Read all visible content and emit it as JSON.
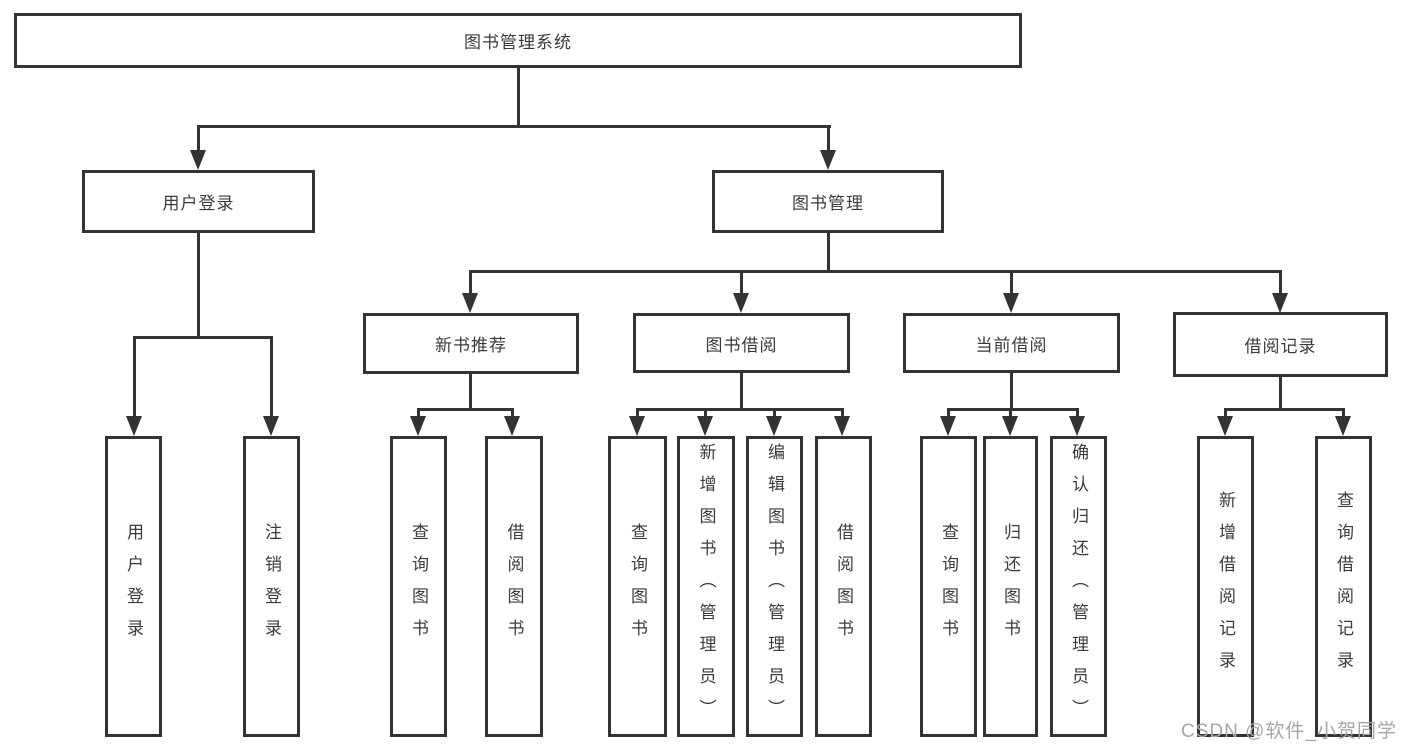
{
  "diagram": {
    "root": {
      "label": "图书管理系统"
    },
    "level2": [
      {
        "label": "用户登录"
      },
      {
        "label": "图书管理"
      }
    ],
    "level3": [
      {
        "label": "新书推荐"
      },
      {
        "label": "图书借阅"
      },
      {
        "label": "当前借阅"
      },
      {
        "label": "借阅记录"
      }
    ],
    "leaves": [
      {
        "label": "用户登录"
      },
      {
        "label": "注销登录"
      },
      {
        "label": "查询图书"
      },
      {
        "label": "借阅图书"
      },
      {
        "label": "查询图书"
      },
      {
        "label": "新增图书（管理员）"
      },
      {
        "label": "编辑图书（管理员）"
      },
      {
        "label": "借阅图书"
      },
      {
        "label": "查询图书"
      },
      {
        "label": "归还图书"
      },
      {
        "label": "确认归还（管理员）"
      },
      {
        "label": "新增借阅记录"
      },
      {
        "label": "查询借阅记录"
      }
    ],
    "watermark": "CSDN @软件_小贺同学",
    "colors": {
      "line": "#333333",
      "text": "#3b3b3b",
      "watermark": "#a6a6a6",
      "background": "#ffffff"
    }
  }
}
